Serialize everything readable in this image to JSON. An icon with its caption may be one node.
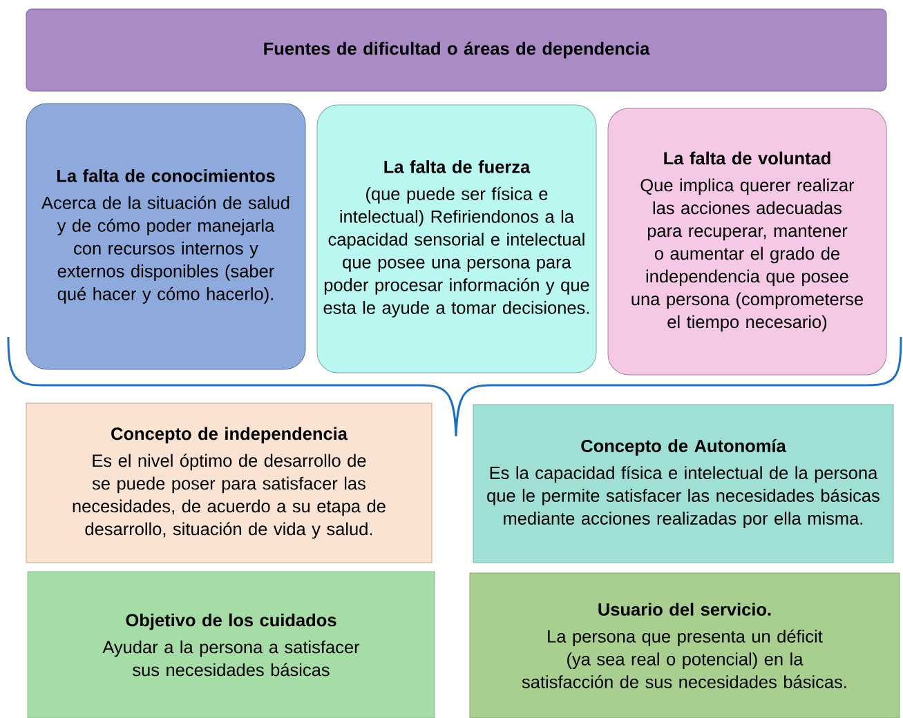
{
  "diagram": {
    "nodes": [
      {
        "text": [
          "Fuentes de dificultad o áreas de dependencia"
        ]
      },
      {
        "text": [
          "La falta de conocimientos",
          "Acerca de la situación de salud y de cómo poder manejarla con recursos internos y externos disponibles (saber qué hacer y cómo hacerlo)."
        ]
      },
      {
        "text": [
          "La falta de fuerza",
          "(que puede ser física e intelectual) Refiriendonos a la capacidad sensorial e intelectual que posee una persona para poder procesar información y que esta le ayude a tomar decisiones."
        ]
      },
      {
        "text": [
          "La falta de voluntad",
          "Que  implica querer realizar las acciones adecuadas para recuperar, mantener o aumentar el grado de independencia que posee una persona (comprometerse el tiempo necesario)"
        ]
      },
      {
        "text": [
          "Concepto de independencia",
          "Es el nivel óptimo de desarrollo de se puede poser para satisfacer las necesidades, de acuerdo a su etapa de desarrollo, situación de vida y salud."
        ]
      },
      {
        "text": [
          "Concepto de Autonomía",
          "Es la capacidad física e intelectual de la persona que le permite satisfacer las necesidades básicas mediante acciones realizadas por ella misma."
        ]
      },
      {
        "text": [
          "Objetivo de los cuidados",
          "Ayudar a la persona a satisfacer sus necesidades básicas"
        ]
      },
      {
        "text": [
          "Usuario del servicio.",
          "La persona que presenta un déficit (ya sea real o potencial) en la satisfacción de sus necesidades básicas."
        ]
      }
    ]
  }
}
